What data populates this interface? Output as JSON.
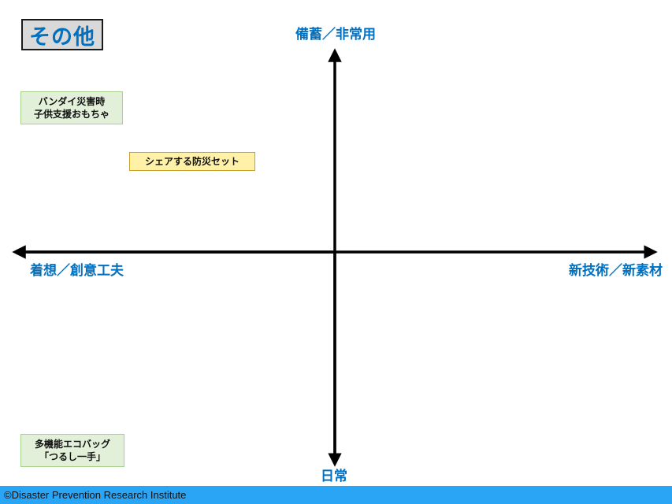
{
  "title": "その他",
  "axes": {
    "top": "備蓄／非常用",
    "bottom": "日常",
    "left": "着想／創意工夫",
    "right": "新技術／新素材"
  },
  "items": {
    "bandai": {
      "line1": "バンダイ災害時",
      "line2": "子供支援おもちゃ"
    },
    "share": {
      "line1": "シェアする防災セット"
    },
    "ecobag": {
      "line1": "多機能エコバッグ",
      "line2": "「つるし一手」"
    }
  },
  "footer": "©Disaster Prevention Research Institute",
  "colors": {
    "accent": "#0070c0",
    "green_box": "#e2f0d9",
    "yellow_box": "#fff2a8",
    "footer_bar": "#2aa4f4"
  }
}
